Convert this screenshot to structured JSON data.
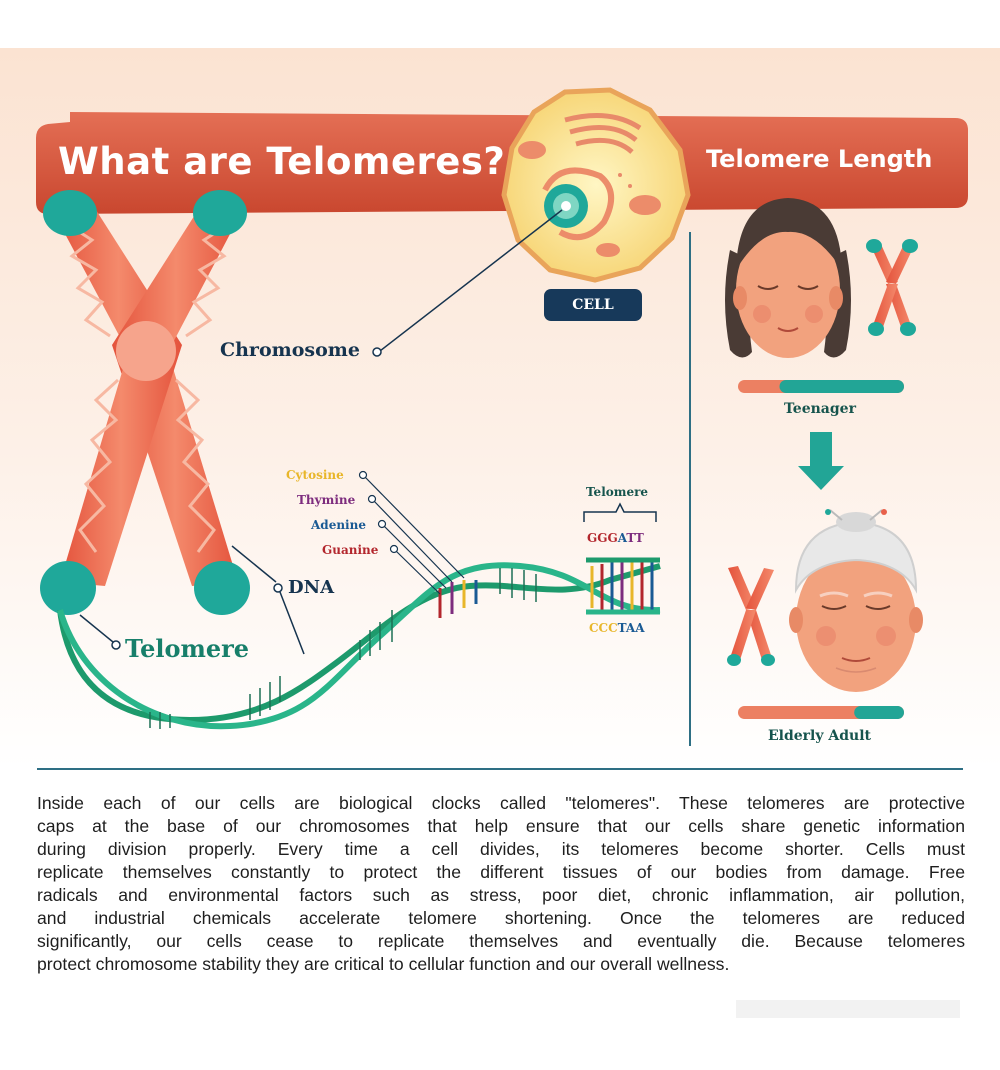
{
  "header": {
    "title": "What are Telomeres?",
    "side_title": "Telomere Length"
  },
  "labels": {
    "cell": "CELL",
    "chromosome": "Chromosome",
    "dna": "DNA",
    "telomere": "Telomere",
    "cytosine": "Cytosine",
    "thymine": "Thymine",
    "adenine": "Adenine",
    "guanine": "Guanine",
    "telomere_small": "Telomere"
  },
  "sequences": {
    "top": [
      {
        "text": "GGG",
        "color": "#b3262d"
      },
      {
        "text": "A",
        "color": "#1a5a94"
      },
      {
        "text": "TT",
        "color": "#7d2c7e"
      }
    ],
    "bottom": [
      {
        "text": "CCC",
        "color": "#e8b62a"
      },
      {
        "text": "TAA",
        "color": "#1a5a94"
      }
    ]
  },
  "ages": {
    "teen": {
      "label": "Teenager",
      "telomere_fraction": 0.75
    },
    "elder": {
      "label": "Elderly Adult",
      "telomere_fraction": 0.3
    }
  },
  "description": [
    "Inside each of our cells are biological clocks called \"telomeres\". These telomeres are protective",
    "caps at the base of our chromosomes that help ensure that our cells share genetic information",
    "during division properly. Every time a cell divides, its telomeres become shorter. Cells must",
    "replicate themselves constantly to protect the different tissues of our bodies from damage. Free",
    "radicals and environmental factors such as stress, poor diet, chronic inflammation, air pollution,",
    "and industrial chemicals accelerate telomere shortening. Once the telomeres are reduced",
    "significantly, our cells cease to replicate themselves and eventually die. Because telomeres",
    "protect chromosome stability they are critical to cellular function and our overall wellness."
  ],
  "colors": {
    "chromosome": "#e8604a",
    "telomere": "#1fa89a",
    "dna": "#1d9a6c",
    "banner": "#d9533f",
    "navy": "#17395a"
  }
}
